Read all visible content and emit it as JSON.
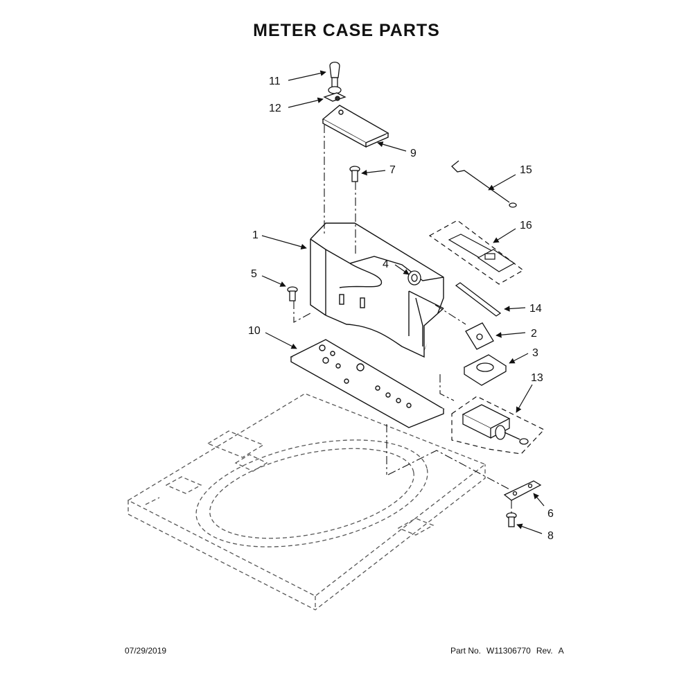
{
  "title": "METER CASE PARTS",
  "callouts": {
    "p1": "1",
    "p2": "2",
    "p3": "3",
    "p4": "4",
    "p5": "5",
    "p6": "6",
    "p7": "7",
    "p8": "8",
    "p9": "9",
    "p10": "10",
    "p11": "11",
    "p12": "12",
    "p13": "13",
    "p14": "14",
    "p15": "15",
    "p16": "16"
  },
  "footer": {
    "date": "07/29/2019",
    "part_label": "Part No.",
    "part_number": "W11306770",
    "rev_label": "Rev.",
    "rev": "A"
  }
}
